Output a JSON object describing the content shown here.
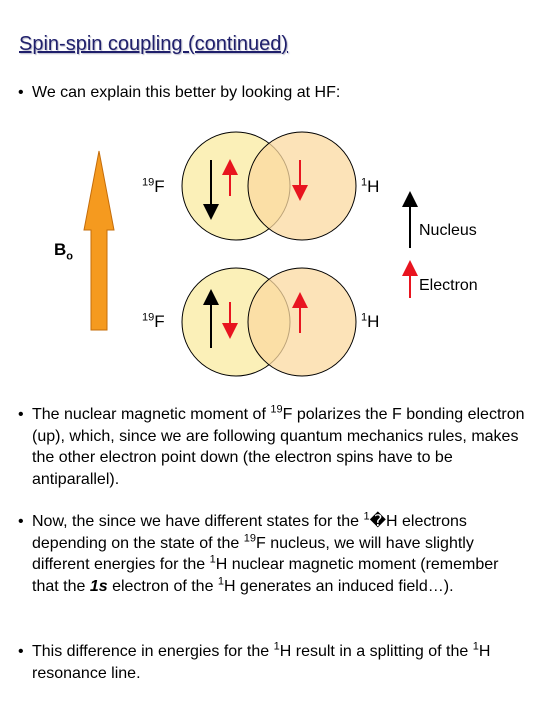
{
  "slide": {
    "title": "Spin-spin coupling (continued)",
    "bullet_symbol": "•"
  },
  "intro": "We can explain this better by looking at HF:",
  "diagram": {
    "field_label": "B",
    "field_subscript": "o",
    "top_pair": {
      "left_mass": "19",
      "left_element": "F",
      "right_mass": "1",
      "right_element": "H"
    },
    "bottom_pair": {
      "left_mass": "19",
      "left_element": "F",
      "right_mass": "1",
      "right_element": "H"
    },
    "legend": {
      "nucleus": "Nucleus",
      "electron": "Electron"
    },
    "colors": {
      "field_arrow": "#f59a1f",
      "left_circle": "#fbf0b8",
      "right_circle": "#fbd9a0",
      "electron_arrow": "#e8141f",
      "nucleus_arrow": "#000000"
    }
  },
  "bullets": [
    {
      "p1": "The nuclear magnetic moment of ",
      "sup1": "19",
      "p2": "F polarizes the F bonding electron (up), which, since we are following quantum mechanics rules, makes the other electron point down (the electron spins have to be antiparallel)."
    },
    {
      "p1": "Now, the since we have different states for the ",
      "sup1": "1",
      "glyph": "�",
      "p2": "H electrons depending on the state of the ",
      "sup2": "19",
      "p3": "F nucleus, we will have slightly different energies for the ",
      "sup3": "1",
      "p4": "H nuclear magnetic moment (remember that the ",
      "em": "1s",
      "p5": " electron of the ",
      "sup4": "1",
      "p6": "H generates an induced field…)."
    },
    {
      "p1": "This difference in energies for the ",
      "sup1": "1",
      "p2": "H result in a splitting of the ",
      "sup2": "1",
      "p3": "H resonance line."
    }
  ]
}
